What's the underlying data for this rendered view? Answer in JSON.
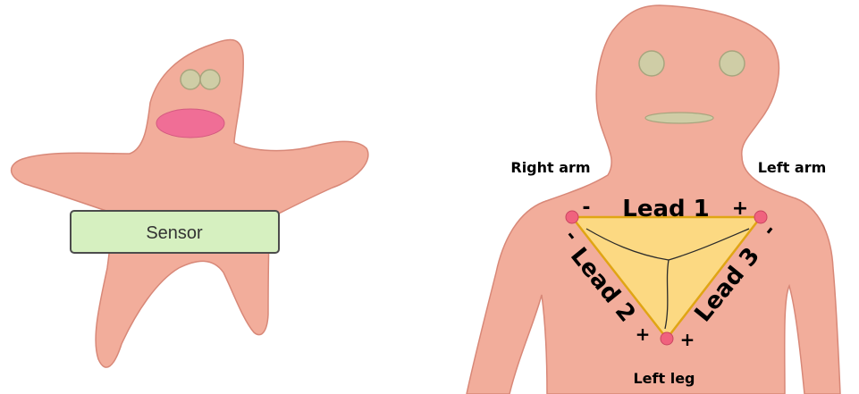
{
  "left_figure": {
    "sensor_label": "Sensor"
  },
  "right_figure": {
    "labels": {
      "right_arm": "Right arm",
      "left_arm": "Left arm",
      "left_leg": "Left leg",
      "lead1": "Lead 1",
      "lead2": "Lead 2",
      "lead3": "Lead 3"
    },
    "signs": {
      "lead1_neg": "-",
      "lead1_pos": "+",
      "lead2_neg": "-",
      "lead2_pos": "+",
      "lead3_neg": "-",
      "lead3_pos": "+"
    }
  },
  "colors": {
    "skin": "#F2AD9B",
    "skin_outline": "#D88878",
    "eyes": "#CFCDA6",
    "mouth": "#F06E96",
    "sensor_fill": "#D6F0C0",
    "triangle_fill": "#FCD982",
    "triangle_stroke": "#E0A514",
    "electrode": "#F0627E"
  }
}
